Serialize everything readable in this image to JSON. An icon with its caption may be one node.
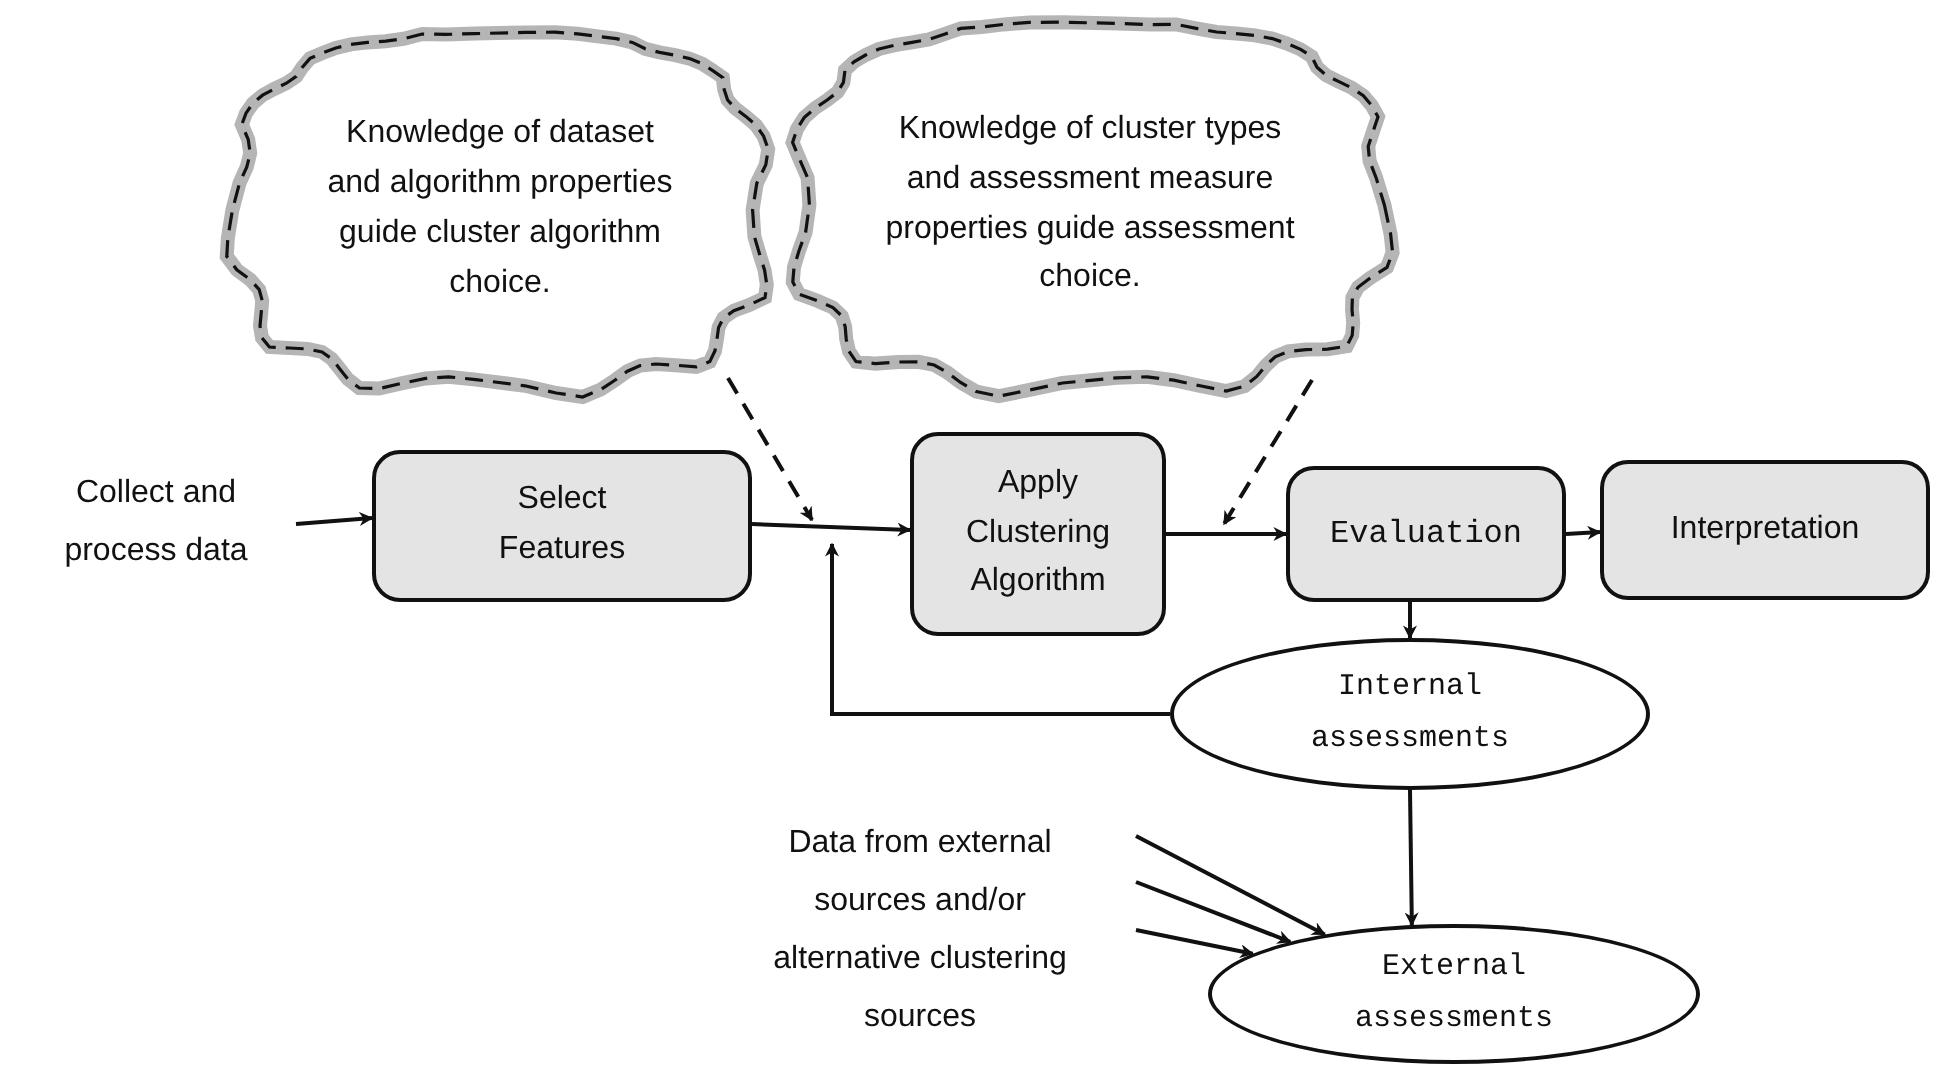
{
  "diagram": {
    "nodes": [
      {
        "text": [
          "Knowledge of dataset and algorithm properties guide cluster algorithm choice."
        ]
      },
      {
        "text": [
          "Knowledge of cluster types and assessment measure properties guide assessment choice."
        ]
      },
      {
        "text": [
          "Collect and process data"
        ]
      },
      {
        "text": [
          "Select Features"
        ]
      },
      {
        "text": [
          "Apply Clustering Algorithm"
        ]
      },
      {
        "text": [
          "Evaluation"
        ]
      },
      {
        "text": [
          "Interpretation"
        ]
      },
      {
        "text": [
          "Internal assessments"
        ]
      },
      {
        "text": [
          "Data from external sources and/or alternative clustering sources"
        ]
      },
      {
        "text": [
          "External assessments"
        ]
      }
    ],
    "edges": [
      {
        "from": 2,
        "to": 3,
        "arrow": "to"
      },
      {
        "from": 3,
        "to": 4,
        "arrow": "to"
      },
      {
        "from": 0,
        "to": null,
        "arrow": "to",
        "style": "dashed"
      },
      {
        "from": 7,
        "to": null,
        "arrow": "to"
      },
      {
        "from": 4,
        "to": 5,
        "arrow": "to"
      },
      {
        "from": 1,
        "to": null,
        "arrow": "to",
        "style": "dashed"
      },
      {
        "from": 5,
        "to": 6,
        "arrow": "to"
      },
      {
        "from": 5,
        "to": 7,
        "arrow": "to"
      },
      {
        "from": 7,
        "to": 9,
        "arrow": "to"
      },
      {
        "from": 8,
        "to": 9,
        "arrow": "to"
      },
      {
        "from": 8,
        "to": 9,
        "arrow": "to"
      },
      {
        "from": 8,
        "to": 9,
        "arrow": "to"
      }
    ]
  }
}
